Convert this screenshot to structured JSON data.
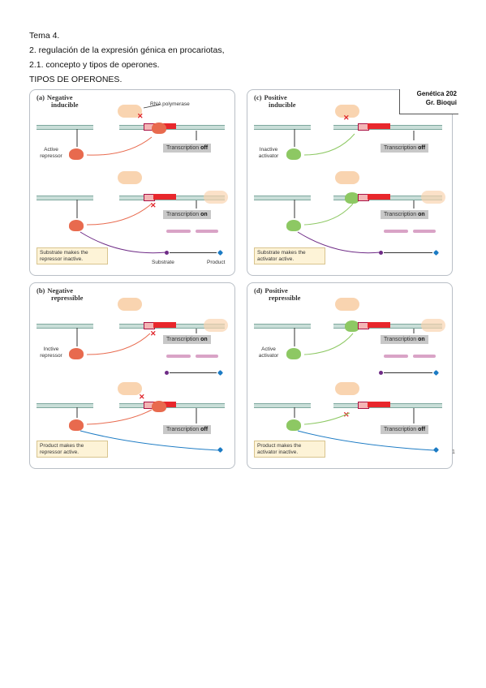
{
  "header": {
    "line1": "Tema 4.",
    "line2": "2. regulación de la expresión génica en procariotas,",
    "line3": "2.1. concepto y tipos de operones.",
    "line4": "TIPOS DE OPERONES."
  },
  "corner": {
    "line1": "Genética 202",
    "line2": "Gr. Bioqui"
  },
  "page_number": "1",
  "panels": {
    "a": {
      "letter": "(a)",
      "title1": "Negative",
      "title2": "inducible",
      "rna_polymerase_label": "RNA polymerase",
      "state1_protein_label": "Active repressor",
      "state1_status_prefix": "Transcription ",
      "state1_status": "off",
      "state2_status_prefix": "Transcription ",
      "state2_status": "on",
      "note": "Substrate makes the repressor inactive.",
      "substrate_label": "Substrate",
      "product_label": "Product"
    },
    "b": {
      "letter": "(b)",
      "title1": "Negative",
      "title2": "repressible",
      "state1_protein_label": "Inctive repressor",
      "state1_status_prefix": "Transcription ",
      "state1_status": "on",
      "state2_status_prefix": "Transcription ",
      "state2_status": "off",
      "note": "Product makes the repressor active."
    },
    "c": {
      "letter": "(c)",
      "title1": "Positive",
      "title2": "inducible",
      "state1_protein_label": "Inactive activator",
      "state1_status_prefix": "Transcription ",
      "state1_status": "off",
      "state2_status_prefix": "Transcription ",
      "state2_status": "on",
      "note": "Substrate makes the activator active."
    },
    "d": {
      "letter": "(d)",
      "title1": "Positive",
      "title2": "repressible",
      "state1_protein_label": "Active activator",
      "state1_status_prefix": "Transcription ",
      "state1_status": "on",
      "state2_status_prefix": "Transcription ",
      "state2_status": "off",
      "note": "Product makes the activator inactive."
    }
  },
  "colors": {
    "repressor": "#e86a4e",
    "activator": "#8dc863",
    "gene": "#e8272c",
    "dna": "#c9ded8",
    "substrate": "#6e2b86",
    "product": "#1c7bc4",
    "note_bg": "#fdf3d7"
  }
}
